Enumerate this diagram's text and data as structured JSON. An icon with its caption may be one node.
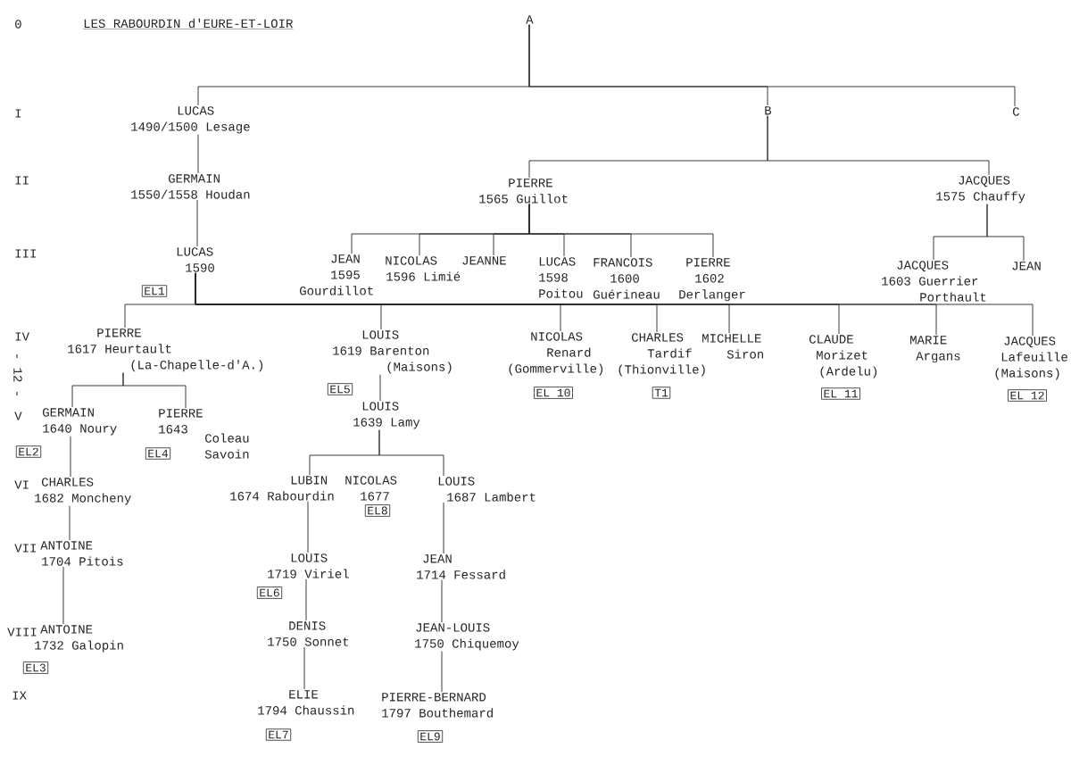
{
  "diagram": {
    "title": "LES RABOURDIN d'EURE-ET-LOIR",
    "nodes": [
      {
        "text": [
          "A"
        ]
      },
      {
        "text": [
          "LUCAS",
          "1490/1500 Lesage"
        ]
      },
      {
        "text": [
          "B"
        ]
      },
      {
        "text": [
          "C"
        ]
      },
      {
        "text": [
          "GERMAIN",
          "1550/1558 Houdan"
        ]
      },
      {
        "text": [
          "PIERRE",
          "1565 Guillot"
        ]
      },
      {
        "text": [
          "JACQUES",
          "1575 Chauffy"
        ]
      },
      {
        "text": [
          "LUCAS",
          "1590"
        ],
        "beside": [
          "EL1"
        ]
      },
      {
        "text": [
          "JEAN",
          "1595",
          "Gourdillot"
        ]
      },
      {
        "text": [
          "NICOLAS",
          "1596 Limié"
        ]
      },
      {
        "text": [
          "JEANNE"
        ]
      },
      {
        "text": [
          "LUCAS",
          "1598",
          "Poitou"
        ]
      },
      {
        "text": [
          "FRANCOIS",
          "1600",
          "Guérineau"
        ]
      },
      {
        "text": [
          "PIERRE",
          "1602",
          "Derlanger"
        ]
      },
      {
        "text": [
          "JACQUES",
          "1603 Guerrier",
          "Porthault"
        ]
      },
      {
        "text": [
          "JEAN"
        ]
      },
      {
        "text": [
          "PIERRE",
          "1617 Heurtault",
          "(La-Chapelle-d'A.)"
        ]
      },
      {
        "text": [
          "LOUIS",
          "1619 Barenton",
          "(Maisons)"
        ],
        "beside": [
          "EL5"
        ]
      },
      {
        "text": [
          "NICOLAS",
          "Renard",
          "(Gommerville)"
        ],
        "beside": [
          "EL 10"
        ]
      },
      {
        "text": [
          "CHARLES",
          "Tardif",
          "(Thionville)"
        ],
        "beside": [
          "T1"
        ]
      },
      {
        "text": [
          "MICHELLE",
          "Siron"
        ]
      },
      {
        "text": [
          "CLAUDE",
          "Morizet",
          "(Ardelu)"
        ],
        "beside": [
          "EL 11"
        ]
      },
      {
        "text": [
          "MARIE",
          "Argans"
        ]
      },
      {
        "text": [
          "JACQUES",
          "Lafeuille",
          "(Maisons)"
        ],
        "beside": [
          "EL 12"
        ]
      },
      {
        "text": [
          "GERMAIN",
          "1640 Noury"
        ],
        "beside": [
          "EL2"
        ]
      },
      {
        "text": [
          "PIERRE",
          "1643",
          "Coleau Savoin"
        ],
        "beside": [
          "EL4"
        ]
      },
      {
        "text": [
          "LOUIS",
          "1639 Lamy"
        ]
      },
      {
        "text": [
          "CHARLES",
          "1682 Moncheny"
        ]
      },
      {
        "text": [
          "LUBIN",
          "1674 Rabourdin"
        ]
      },
      {
        "text": [
          "NICOLAS",
          "1677"
        ],
        "beside": [
          "EL8"
        ]
      },
      {
        "text": [
          "LOUIS",
          "1687 Lambert"
        ]
      },
      {
        "text": [
          "ANTOINE",
          "1704 Pitois"
        ]
      },
      {
        "text": [
          "LOUIS",
          "1719 Viriel"
        ],
        "beside": [
          "EL6"
        ]
      },
      {
        "text": [
          "JEAN",
          "1714 Fessard"
        ]
      },
      {
        "text": [
          "ANTOINE",
          "1732 Galopin"
        ],
        "beside": [
          "EL3"
        ]
      },
      {
        "text": [
          "DENIS",
          "1750 Sonnet"
        ]
      },
      {
        "text": [
          "JEAN-LOUIS",
          "1750 Chiquemoy"
        ]
      },
      {
        "text": [
          "ELIE",
          "1794 Chaussin"
        ],
        "beside": [
          "EL7"
        ]
      },
      {
        "text": [
          "PIERRE-BERNARD",
          "1797 Bouthemard"
        ],
        "beside": [
          "EL9"
        ]
      }
    ],
    "edges": [
      {
        "from": 0,
        "to": 1,
        "arrow": "none"
      },
      {
        "from": 0,
        "to": 2,
        "arrow": "none"
      },
      {
        "from": 0,
        "to": 3,
        "arrow": "none"
      },
      {
        "from": 1,
        "to": 4,
        "arrow": "none"
      },
      {
        "from": 4,
        "to": 7,
        "arrow": "none"
      },
      {
        "from": 2,
        "to": 5,
        "arrow": "none"
      },
      {
        "from": 2,
        "to": 6,
        "arrow": "none"
      },
      {
        "from": 5,
        "to": 8,
        "arrow": "none"
      },
      {
        "from": 5,
        "to": 9,
        "arrow": "none"
      },
      {
        "from": 5,
        "to": 10,
        "arrow": "none"
      },
      {
        "from": 5,
        "to": 11,
        "arrow": "none"
      },
      {
        "from": 5,
        "to": 12,
        "arrow": "none"
      },
      {
        "from": 5,
        "to": 13,
        "arrow": "none"
      },
      {
        "from": 6,
        "to": 14,
        "arrow": "none"
      },
      {
        "from": 6,
        "to": 15,
        "arrow": "none"
      },
      {
        "from": 7,
        "to": 16,
        "arrow": "none"
      },
      {
        "from": 7,
        "to": 17,
        "arrow": "none"
      },
      {
        "from": 7,
        "to": 18,
        "arrow": "none"
      },
      {
        "from": 7,
        "to": 19,
        "arrow": "none"
      },
      {
        "from": 7,
        "to": 20,
        "arrow": "none"
      },
      {
        "from": 7,
        "to": 21,
        "arrow": "none"
      },
      {
        "from": 7,
        "to": 22,
        "arrow": "none"
      },
      {
        "from": 7,
        "to": 23,
        "arrow": "none"
      },
      {
        "from": 16,
        "to": 24,
        "arrow": "none"
      },
      {
        "from": 16,
        "to": 25,
        "arrow": "none"
      },
      {
        "from": 17,
        "to": 26,
        "arrow": "none"
      },
      {
        "from": 24,
        "to": 27,
        "arrow": "none"
      },
      {
        "from": 26,
        "to": 28,
        "arrow": "none"
      },
      {
        "from": 26,
        "to": 30,
        "arrow": "none"
      },
      {
        "from": 27,
        "to": 31,
        "arrow": "none"
      },
      {
        "from": 28,
        "to": 32,
        "arrow": "none"
      },
      {
        "from": 30,
        "to": 33,
        "arrow": "none"
      },
      {
        "from": 31,
        "to": 34,
        "arrow": "none"
      },
      {
        "from": 32,
        "to": 35,
        "arrow": "none"
      },
      {
        "from": 33,
        "to": 36,
        "arrow": "none"
      },
      {
        "from": 35,
        "to": 37,
        "arrow": "none"
      },
      {
        "from": 36,
        "to": 38,
        "arrow": "none"
      }
    ],
    "labels": [
      "0",
      "I",
      "II",
      "III",
      "IV",
      "V",
      "VI",
      "VII",
      "VIII",
      "IX",
      "- 12 -"
    ]
  }
}
